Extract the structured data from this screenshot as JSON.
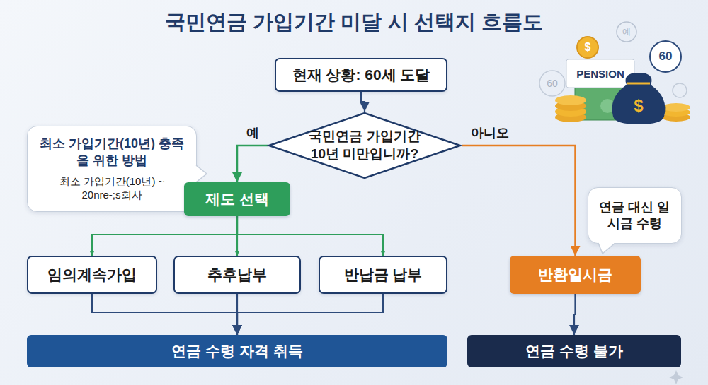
{
  "diagram": {
    "title": "국민연금 가입기간 미달 시 선택지 흐름도",
    "nodes": [
      {
        "text": [
          "현재 상황: 60세 도달"
        ]
      },
      {
        "text": [
          "국민연금 가입기간 10년 미만입니까?"
        ]
      },
      {
        "text": [
          "최소 가입기간(10년) 충족을 위한 방법",
          "최소 가입기간(10년) ~ 20nre-;s회사"
        ]
      },
      {
        "text": [
          "제도 선택"
        ]
      },
      {
        "text": [
          "연금 대신 일시금 수령"
        ]
      },
      {
        "text": [
          "임의계속가입"
        ]
      },
      {
        "text": [
          "추후납부"
        ]
      },
      {
        "text": [
          "반납금 납부"
        ]
      },
      {
        "text": [
          "반환일시금"
        ]
      },
      {
        "text": [
          "연금 수령 자격 취득"
        ]
      },
      {
        "text": [
          "연금 수령 불가"
        ]
      }
    ],
    "edges": [
      {
        "from": 0,
        "to": 1,
        "arrow": "to"
      },
      {
        "from": 1,
        "to": 3,
        "label": "예",
        "arrow": "to"
      },
      {
        "from": 1,
        "to": 8,
        "label": "아니오",
        "arrow": "to"
      },
      {
        "from": 3,
        "to": 5,
        "arrow": "to"
      },
      {
        "from": 3,
        "to": 6,
        "arrow": "to"
      },
      {
        "from": 3,
        "to": 7,
        "arrow": "to"
      },
      {
        "from": 5,
        "to": 9,
        "arrow": "to"
      },
      {
        "from": 6,
        "to": 9,
        "arrow": "to"
      },
      {
        "from": 7,
        "to": 9,
        "arrow": "to"
      },
      {
        "from": 8,
        "to": 10,
        "arrow": "to"
      }
    ],
    "labels": [
      "PENSION",
      "예",
      "60",
      "60",
      "$",
      "$"
    ]
  }
}
